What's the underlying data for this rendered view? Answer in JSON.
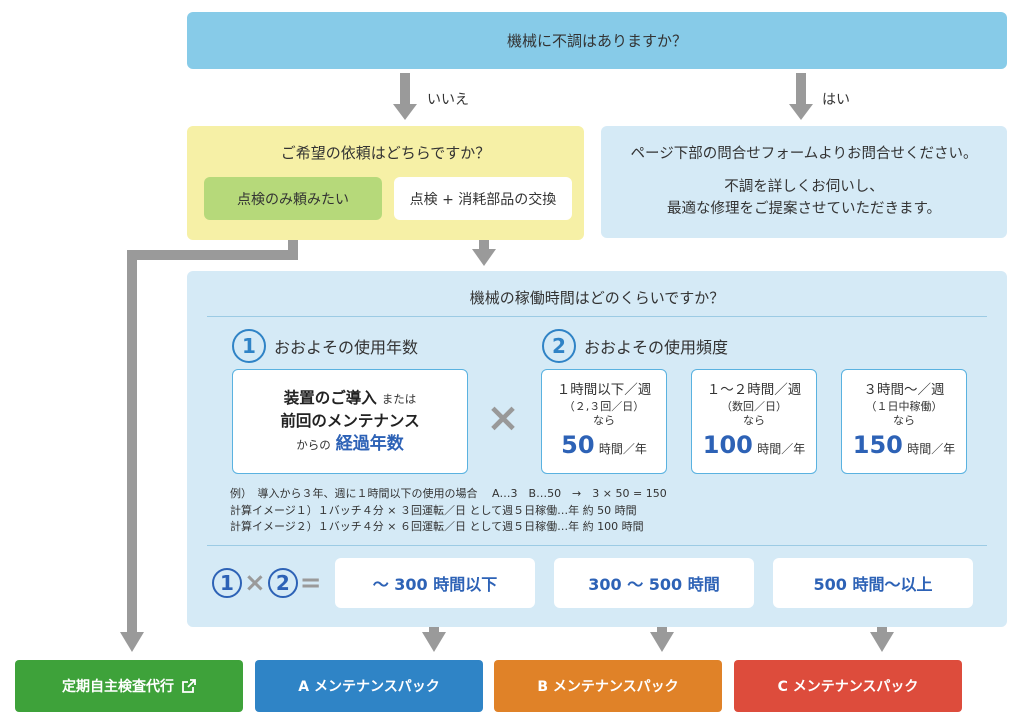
{
  "question_main": "機械に不調はありますか？",
  "edge_no": "いいえ",
  "edge_yes": "はい",
  "request": {
    "title": "ご希望の依頼はどちらですか？",
    "option_inspection": "点検のみ頼みたい",
    "option_parts": "点検 + 消耗部品の交換"
  },
  "contact": {
    "line1": "ページ下部の問合せフォームよりお問合せください。",
    "line2": "不調を詳しくお伺いし、",
    "line3": "最適な修理をご提案させていただきます。"
  },
  "hours": {
    "title": "機械の稼働時間はどのくらいですか？",
    "section1": {
      "num": "1",
      "title": "おおよその使用年数"
    },
    "section2": {
      "num": "2",
      "title": "おおよその使用頻度"
    },
    "years_card": {
      "l1a": "装置のご導入",
      "l1b": "または",
      "l2": "前回のメンテナンス",
      "l3a": "からの",
      "l3b": "経過年数"
    },
    "multiply": "×",
    "freq": [
      {
        "label": "１時間以下／週",
        "sub": "（２,３回／日）",
        "nara": "なら",
        "value": "50",
        "unit": "時間／年"
      },
      {
        "label": "１～２時間／週",
        "sub": "（数回／日）",
        "nara": "なら",
        "value": "100",
        "unit": "時間／年"
      },
      {
        "label": "３時間～／週",
        "sub": "（１日中稼働）",
        "nara": "なら",
        "value": "150",
        "unit": "時間／年"
      }
    ],
    "example": {
      "line1": "例）　導入から３年、週に１時間以下の使用の場合　 A…3　B…50　→　3 × 50 = 150",
      "line2": "計算イメージ１）１バッチ４分 × ３回運転／日 として週５日稼働…年 約 50 時間",
      "line3": "計算イメージ２）１バッチ４分 × ６回運転／日 として週５日稼働…年 約 100 時間"
    },
    "formula": {
      "c1": "1",
      "times": "×",
      "c2": "2",
      "equals": "="
    },
    "ranges": [
      "～ 300 時間以下",
      "300 ～ 500 時間",
      "500 時間～以上"
    ]
  },
  "packs": {
    "self_inspection": "定期自主検査代行",
    "a": "A メンテナンスパック",
    "b": "B メンテナンスパック",
    "c": "C メンテナンスパック"
  },
  "colors": {
    "main_q": "#87cbe8",
    "yellow": "#f6f0a6",
    "light_blue": "#d5eaf6",
    "green_option": "#b6d97a",
    "accent_blue": "#2d62b6",
    "pack_green": "#3ea23a",
    "pack_a": "#2f84c6",
    "pack_b": "#e08228",
    "pack_c": "#dd4c3c",
    "arrow": "#9a9a9a"
  },
  "icons": {
    "external_link": "external-link-icon"
  }
}
